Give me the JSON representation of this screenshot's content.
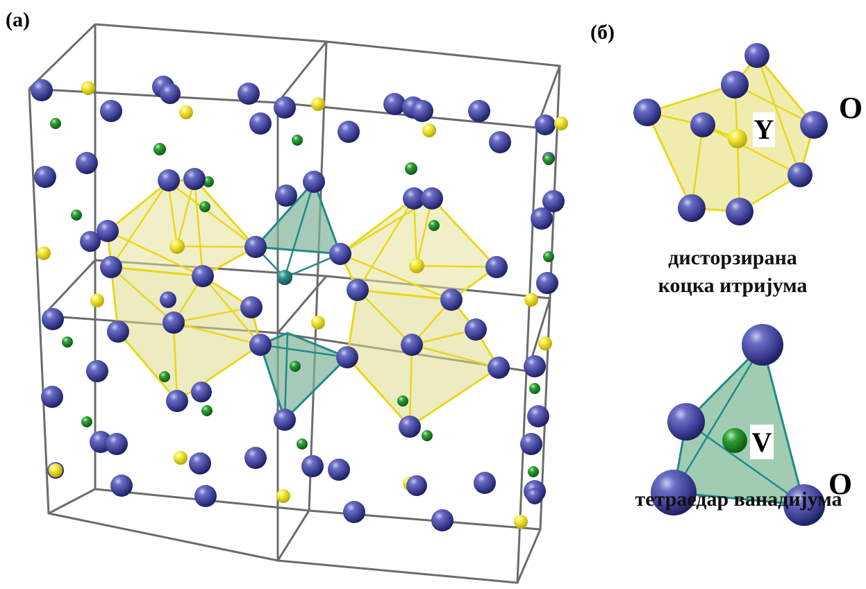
{
  "panels": {
    "a": {
      "label": "(a)"
    },
    "b": {
      "label": "(б)"
    }
  },
  "legend_labels": {
    "yttrium": "Y",
    "oxygen": "O",
    "vanadium": "V"
  },
  "captions": {
    "yttrium_polyhedron_line1": "дисторзирана",
    "yttrium_polyhedron_line2": "коцка итријума",
    "vanadium_polyhedron": "тетраедар ванадијума"
  },
  "colors": {
    "oxygen_atom": "#3c3f94",
    "yttrium_atom": "#f2e31f",
    "vanadium_atom": "#1e8a2a",
    "yttrium_polyhedron_fill": "#e6e29a",
    "yttrium_polyhedron_edge": "#e8d81a",
    "vanadium_polyhedron_fill": "#7fb39a",
    "vanadium_polyhedron_edge": "#1f8a88",
    "cell_edges": "#6b6b6b"
  }
}
